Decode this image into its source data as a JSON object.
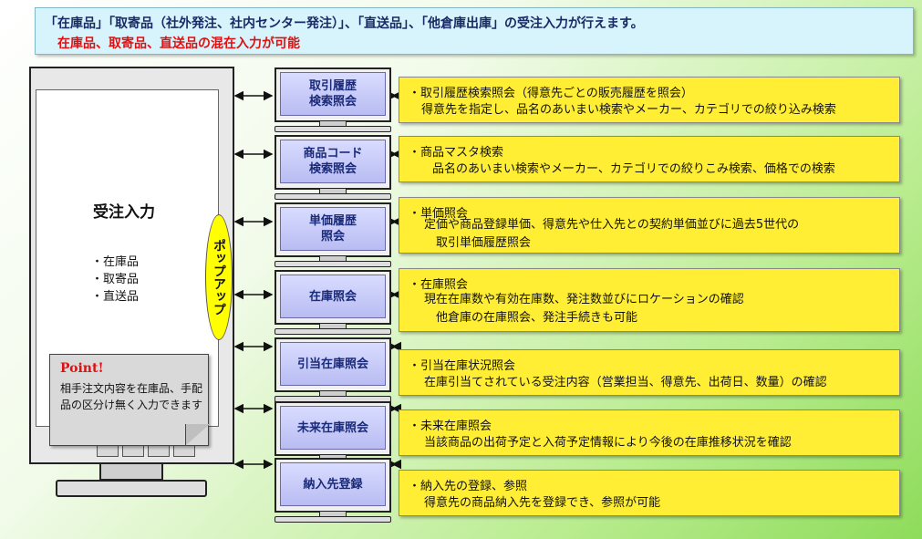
{
  "header": {
    "line1": "「在庫品」「取寄品（社外発注、社内センター発注）」、「直送品」、「他倉庫出庫」の受注入力が行えます。",
    "line2": "在庫品、取寄品、直送品の混在入力が可能"
  },
  "main": {
    "title": "受注入力",
    "items": [
      "・在庫品",
      "・取寄品",
      "・直送品"
    ]
  },
  "popup": {
    "label": "ポップアップ"
  },
  "point": {
    "title": "Point!",
    "body": "相手注文内容を在庫品、手配品の区分け無く入力できます"
  },
  "screens": [
    {
      "label": "取引履歴\n検索照会"
    },
    {
      "label": "商品コード\n検索照会"
    },
    {
      "label": "単価履歴\n照会"
    },
    {
      "label": "在庫照会"
    },
    {
      "label": "引当在庫照会"
    },
    {
      "label": "未来在庫照会"
    },
    {
      "label": "納入先登録"
    }
  ],
  "descriptions": [
    {
      "title": "・取引履歴検索照会（得意先ごとの販売履歴を照会）",
      "body": "得意先を指定し、品名のあいまい検索やメーカー、カテゴリでの絞り込み検索"
    },
    {
      "title": "・商品マスタ検索",
      "body": "　　品名のあいまい検索やメーカー、カテゴリでの絞りこみ検索、価格での検索"
    },
    {
      "title": "・単価照会",
      "body": "　定価や商品登録単価、得意先や仕入先との契約単価並びに過去5世代の\n　　取引単価履歴照会"
    },
    {
      "title": "・在庫照会",
      "body": "　現在在庫数や有効在庫数、発注数並びにロケーションの確認\n　　他倉庫の在庫照会、発注手続きも可能"
    },
    {
      "title": "・引当在庫状況照会",
      "body": "　在庫引当てされている受注内容（営業担当、得意先、出荷日、数量）の確認"
    },
    {
      "title": "・未来在庫照会",
      "body": "　当該商品の出荷予定と入荷予定情報により今後の在庫推移状況を確認"
    },
    {
      "title": "・納入先の登録、参照",
      "body": "　得意先の商品納入先を登録でき、参照が可能"
    }
  ]
}
